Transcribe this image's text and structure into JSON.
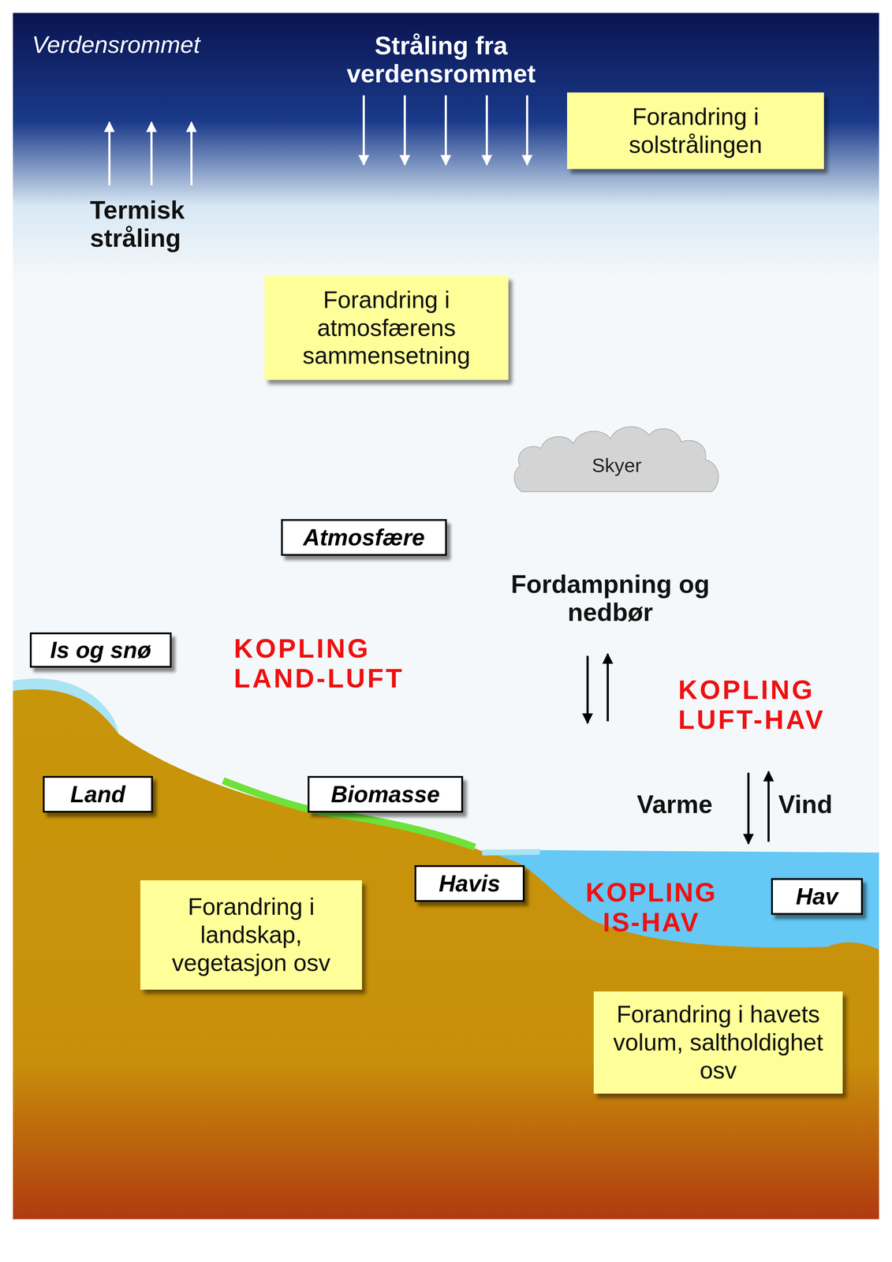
{
  "diagram": {
    "nodes": [
      {
        "text": [
          "Forandring i solstrålingen"
        ]
      },
      {
        "text": [
          "Forandring i atmosfærens sammensetning"
        ]
      },
      {
        "text": [
          "Skyer"
        ]
      },
      {
        "text": [
          "Atmosfære"
        ]
      },
      {
        "text": [
          "Is og snø"
        ]
      },
      {
        "text": [
          "Land"
        ]
      },
      {
        "text": [
          "Biomasse"
        ]
      },
      {
        "text": [
          "Havis"
        ]
      },
      {
        "text": [
          "Hav"
        ]
      },
      {
        "text": [
          "Forandring i landskap, vegetasjon osv"
        ]
      },
      {
        "text": [
          "Forandring i havets volum, saltholdighet osv"
        ]
      }
    ],
    "labels": [
      "Verdensrommet",
      "Stråling fra verdensrommet",
      "Termisk stråling",
      "Fordampning og nedbør",
      "KOPLING LAND-LUFT",
      "KOPLING LUFT-HAV",
      "Varme",
      "Vind",
      "KOPLING IS-HAV"
    ]
  }
}
